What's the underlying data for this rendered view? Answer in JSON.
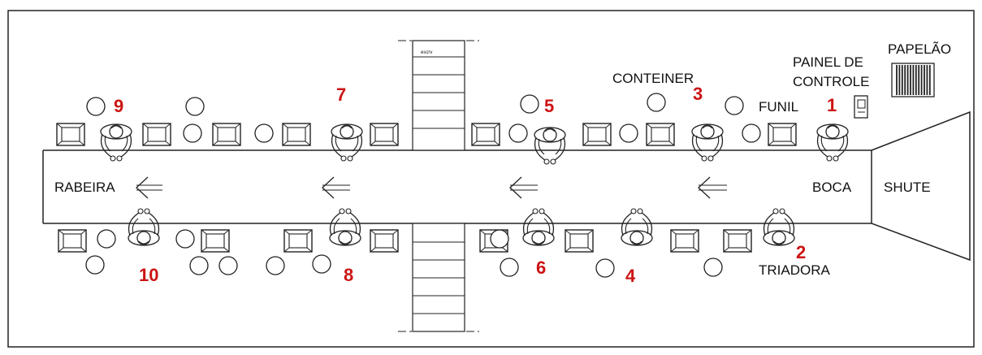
{
  "labels": {
    "papelao": "PAPELÃO",
    "painel_line1": "PAINEL DE",
    "painel_line2": "CONTROLE",
    "conteiner": "CONTEINER",
    "funil": "FUNIL",
    "rabeira": "RABEIRA",
    "boca": "BOCA",
    "shute": "SHUTE",
    "triadora": "TRIADORA",
    "stair_mark": "escrv"
  },
  "worker_numbers": [
    "1",
    "2",
    "3",
    "4",
    "5",
    "6",
    "7",
    "8",
    "9",
    "10"
  ],
  "colors": {
    "line": "#222222",
    "number": "#cc1414",
    "background": "#ffffff"
  },
  "icons": {
    "worker": "worker-top-view-icon",
    "box": "container-box-icon",
    "funnel": "funnel-circle-icon",
    "arrow": "arrow-left-icon",
    "panel": "control-panel-icon",
    "cardboard": "cardboard-stack-icon"
  }
}
